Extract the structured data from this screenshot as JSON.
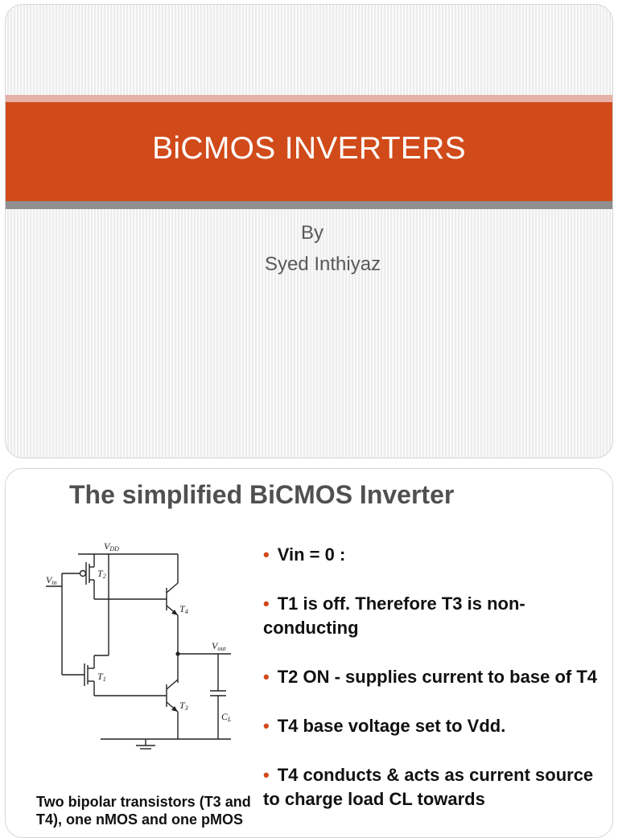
{
  "slide1": {
    "title": "BiCMOS INVERTERS",
    "by": "By",
    "author": "Syed Inthiyaz"
  },
  "slide2": {
    "title": "The simplified BiCMOS Inverter",
    "bullets": [
      "Vin = 0 :",
      "T1 is off.   Therefore T3 is non-conducting",
      "T2 ON - supplies current to base of T4",
      "T4 base voltage set to Vdd.",
      "T4 conducts & acts as current source to charge load CL towards"
    ],
    "caption": "Two bipolar transistors (T3 and T4), one nMOS and one pMOS",
    "circuit_labels": {
      "vdd": "V",
      "vdd_sub": "DD",
      "vin": "V",
      "vin_sub": "in",
      "vout": "V",
      "vout_sub": "out",
      "t1": "T",
      "t1_sub": "1",
      "t2": "T",
      "t2_sub": "2",
      "t3": "T",
      "t3_sub": "3",
      "t4": "T",
      "t4_sub": "4",
      "cl": "C",
      "cl_sub": "L"
    },
    "bullet_color": "#d14a19"
  }
}
